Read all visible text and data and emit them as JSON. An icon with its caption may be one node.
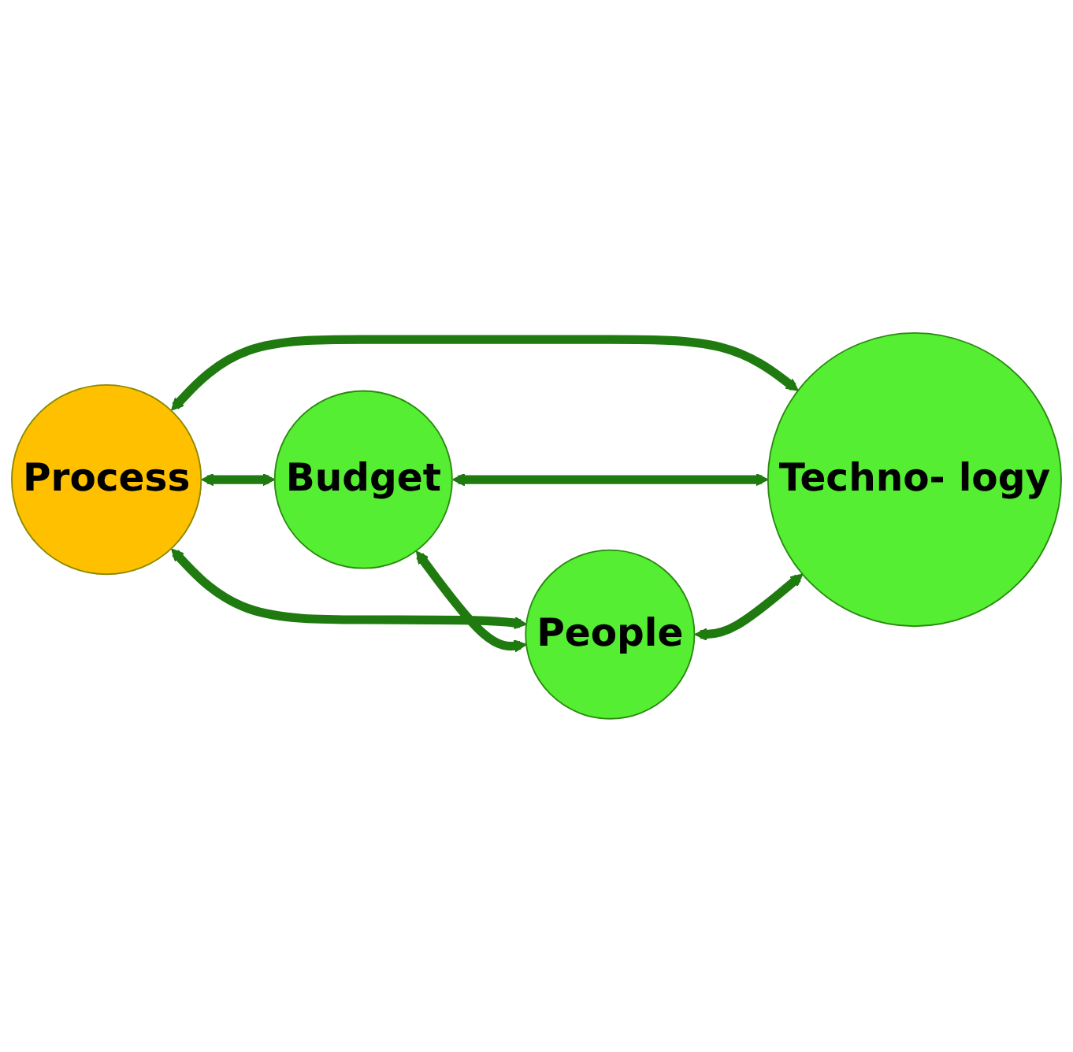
{
  "diagram": {
    "nodes": [
      {
        "text": [
          "Process"
        ]
      },
      {
        "text": [
          "Budget"
        ]
      },
      {
        "text": [
          "People"
        ]
      },
      {
        "text": [
          "Techno- logy"
        ]
      }
    ],
    "edges": [
      {
        "from": 0,
        "to": 1,
        "arrow": "both"
      },
      {
        "from": 0,
        "to": 2,
        "arrow": "both"
      },
      {
        "from": 0,
        "to": 3,
        "arrow": "both"
      },
      {
        "from": 1,
        "to": 2,
        "arrow": "both"
      },
      {
        "from": 1,
        "to": 3,
        "arrow": "both"
      },
      {
        "from": 2,
        "to": 3,
        "arrow": "both"
      }
    ]
  }
}
